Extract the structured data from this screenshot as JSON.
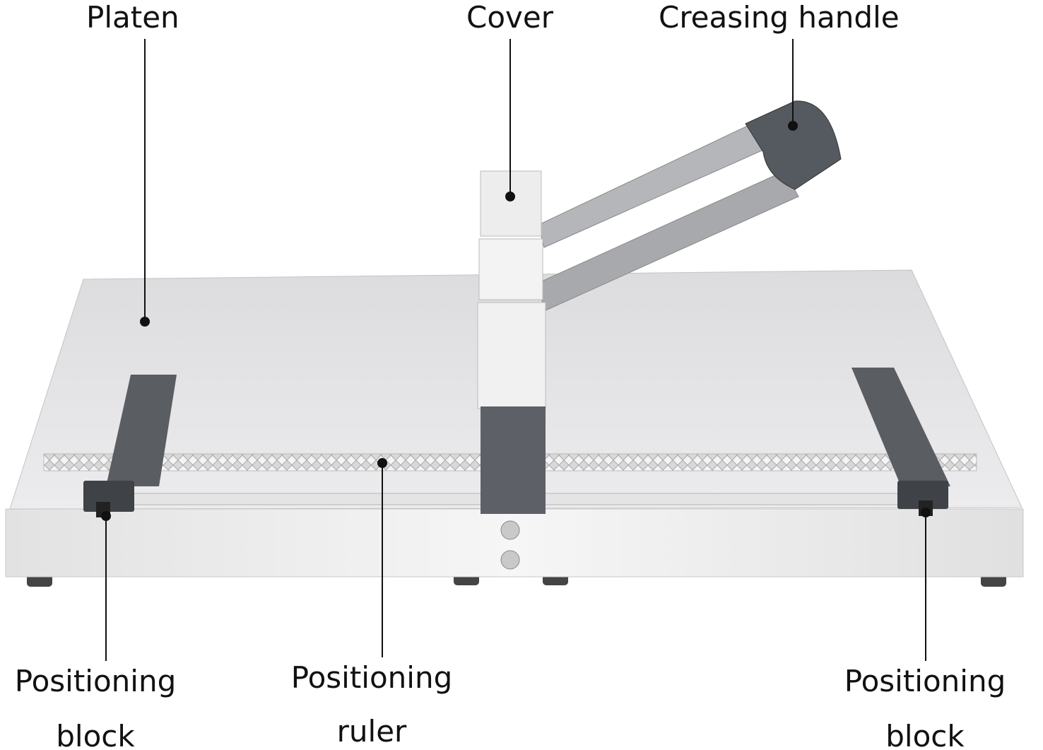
{
  "labels": {
    "platen": "Platen",
    "cover": "Cover",
    "creasing_handle": "Creasing handle",
    "positioning_block_left": [
      "Positioning",
      "block"
    ],
    "positioning_ruler": [
      "Positioning",
      "ruler"
    ],
    "positioning_block_right": [
      "Positioning",
      "block"
    ]
  },
  "colors": {
    "platen": "#e6e6e8",
    "base": "#f0f0f0",
    "dark_parts": "#5a5d62",
    "leader_lines": "#111111"
  }
}
